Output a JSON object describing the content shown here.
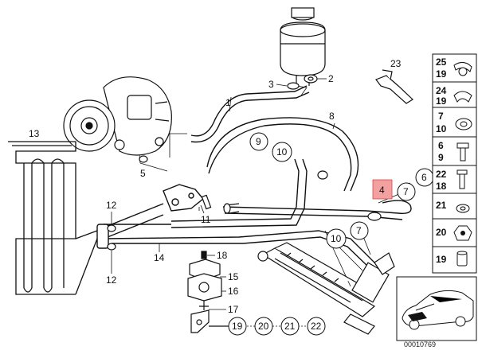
{
  "diagram": {
    "callouts": [
      "1",
      "2",
      "3",
      "4",
      "5",
      "6",
      "7",
      "7",
      "8",
      "9",
      "10",
      "10",
      "11",
      "12",
      "12",
      "13",
      "14",
      "15",
      "16",
      "17",
      "18",
      "19",
      "20",
      "21",
      "22",
      "23"
    ],
    "side_panel": [
      "25",
      "19",
      "24",
      "19",
      "7",
      "10",
      "6",
      "9",
      "22",
      "18",
      "21",
      "20",
      "19"
    ],
    "reference_number": "00010769"
  }
}
